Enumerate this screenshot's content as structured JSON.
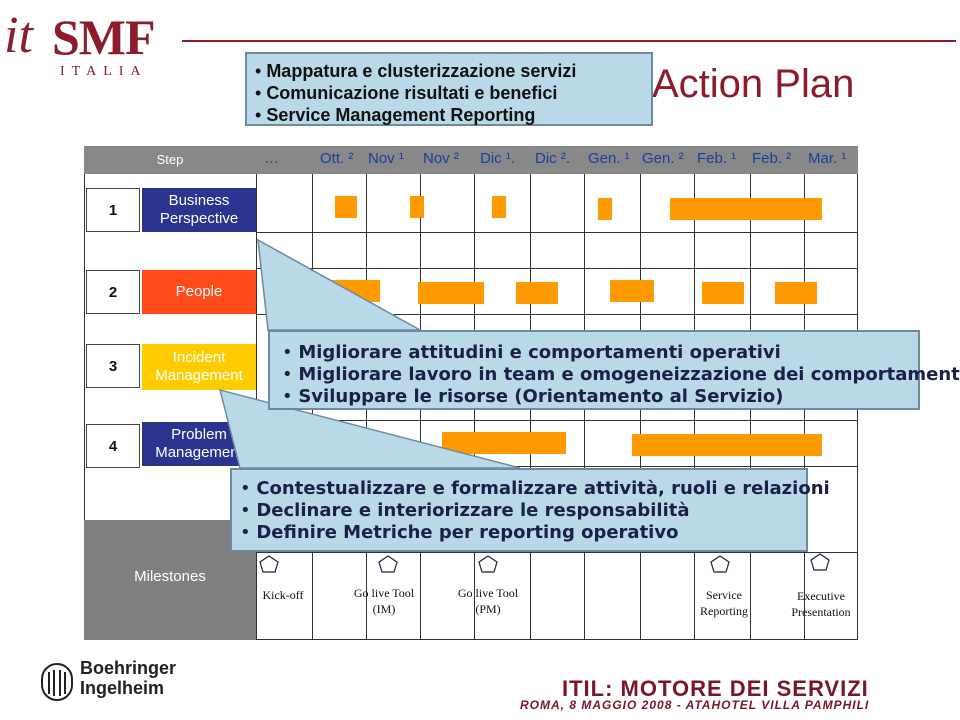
{
  "header": {
    "logo_it": "it",
    "logo_smf": "SMF",
    "logo_italia": "ITALIA",
    "title": "Action Plan"
  },
  "callout_top": [
    "Mappatura e clusterizzazione servizi",
    "Comunicazione risultati e benefici",
    "Service Management Reporting"
  ],
  "callout_middle": [
    "Migliorare attitudini e comportamenti operativi",
    "Migliorare lavoro in team e omogeneizzazione dei comportamenti",
    "Sviluppare le risorse (Orientamento al Servizio)"
  ],
  "callout_bottom": [
    "Contestualizzare e formalizzare attività, ruoli e relazioni",
    "Declinare e interiorizzare le responsabilità",
    "Definire Metriche per reporting operativo"
  ],
  "table": {
    "step_header": "Step",
    "months": [
      "…",
      "Ott. ²",
      "Nov ¹",
      "Nov ²",
      "Dic ¹.",
      "Dic ².",
      "Gen. ¹",
      "Gen. ²",
      "Feb. ¹",
      "Feb. ²",
      "Mar. ¹"
    ],
    "rows": [
      {
        "num": "1",
        "label": "Business Perspective",
        "color": "#2b3590"
      },
      {
        "num": "2",
        "label": "People",
        "color": "#ff4a1a"
      },
      {
        "num": "3",
        "label": "Incident Management",
        "color": "#ffcc00"
      },
      {
        "num": "4",
        "label": "Problem Management",
        "color": "#2b3590"
      }
    ],
    "milestones_label": "Milestones",
    "milestones": [
      "Kick-off",
      "Go live Tool (IM)",
      "Go live Tool (PM)",
      "Service Reporting",
      "Executive Presentation"
    ]
  },
  "colors": {
    "bar": "#ff9900",
    "brand": "#8b1c2b",
    "callout": "#b9d9e8"
  },
  "footer": {
    "sponsor_line1": "Boehringer",
    "sponsor_line2": "Ingelheim",
    "event_title": "ITIL: MOTORE DEI SERVIZI",
    "event_subtitle": "ROMA, 8 MAGGIO 2008 - ATAHOTEL VILLA PAMPHILI"
  }
}
